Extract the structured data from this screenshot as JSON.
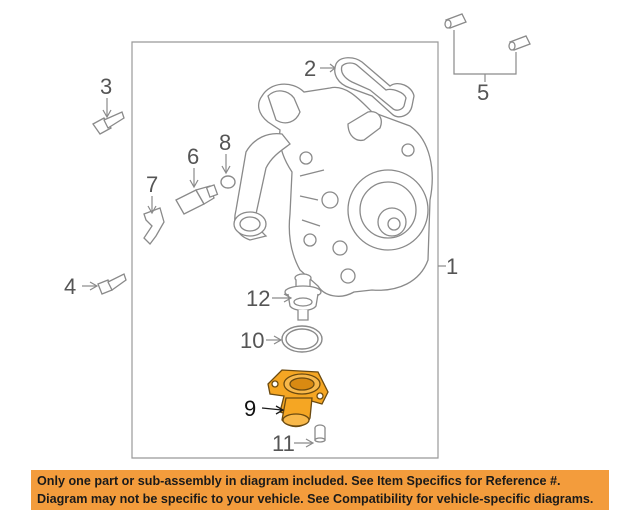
{
  "callouts": {
    "c1": "1",
    "c2": "2",
    "c3": "3",
    "c4": "4",
    "c5": "5",
    "c6": "6",
    "c7": "7",
    "c8": "8",
    "c9": "9",
    "c10": "10",
    "c11": "11",
    "c12": "12"
  },
  "notice": {
    "line1": "Only one part or sub-assembly in diagram included. See Item Specifics for Reference #.",
    "line2": "Diagram may not be specific to your vehicle. See Compatibility for vehicle-specific diagrams."
  },
  "colors": {
    "highlight_part": "#f5a623",
    "notice_background": "#f39c3c",
    "line_art": "#8a8a8a"
  }
}
